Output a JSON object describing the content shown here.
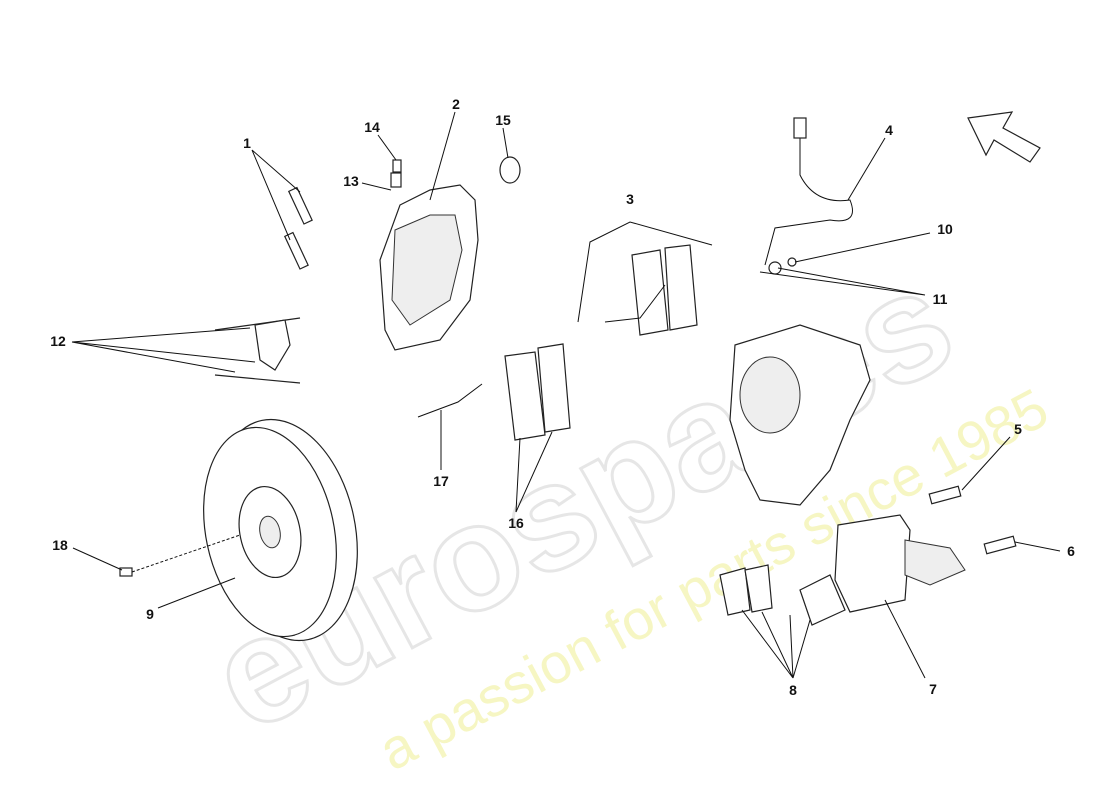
{
  "watermark": {
    "brand": "eurospares",
    "tagline": "a passion for parts since 1985"
  },
  "callouts": [
    {
      "id": "1",
      "label": "1"
    },
    {
      "id": "2",
      "label": "2"
    },
    {
      "id": "3",
      "label": "3"
    },
    {
      "id": "4",
      "label": "4"
    },
    {
      "id": "5",
      "label": "5"
    },
    {
      "id": "6",
      "label": "6"
    },
    {
      "id": "7",
      "label": "7"
    },
    {
      "id": "8",
      "label": "8"
    },
    {
      "id": "9",
      "label": "9"
    },
    {
      "id": "10",
      "label": "10"
    },
    {
      "id": "11",
      "label": "11"
    },
    {
      "id": "12",
      "label": "12"
    },
    {
      "id": "13",
      "label": "13"
    },
    {
      "id": "14",
      "label": "14"
    },
    {
      "id": "15",
      "label": "15"
    },
    {
      "id": "16",
      "label": "16"
    },
    {
      "id": "17",
      "label": "17"
    },
    {
      "id": "18",
      "label": "18"
    }
  ],
  "icons": {
    "direction": "arrow-up-left-icon"
  }
}
